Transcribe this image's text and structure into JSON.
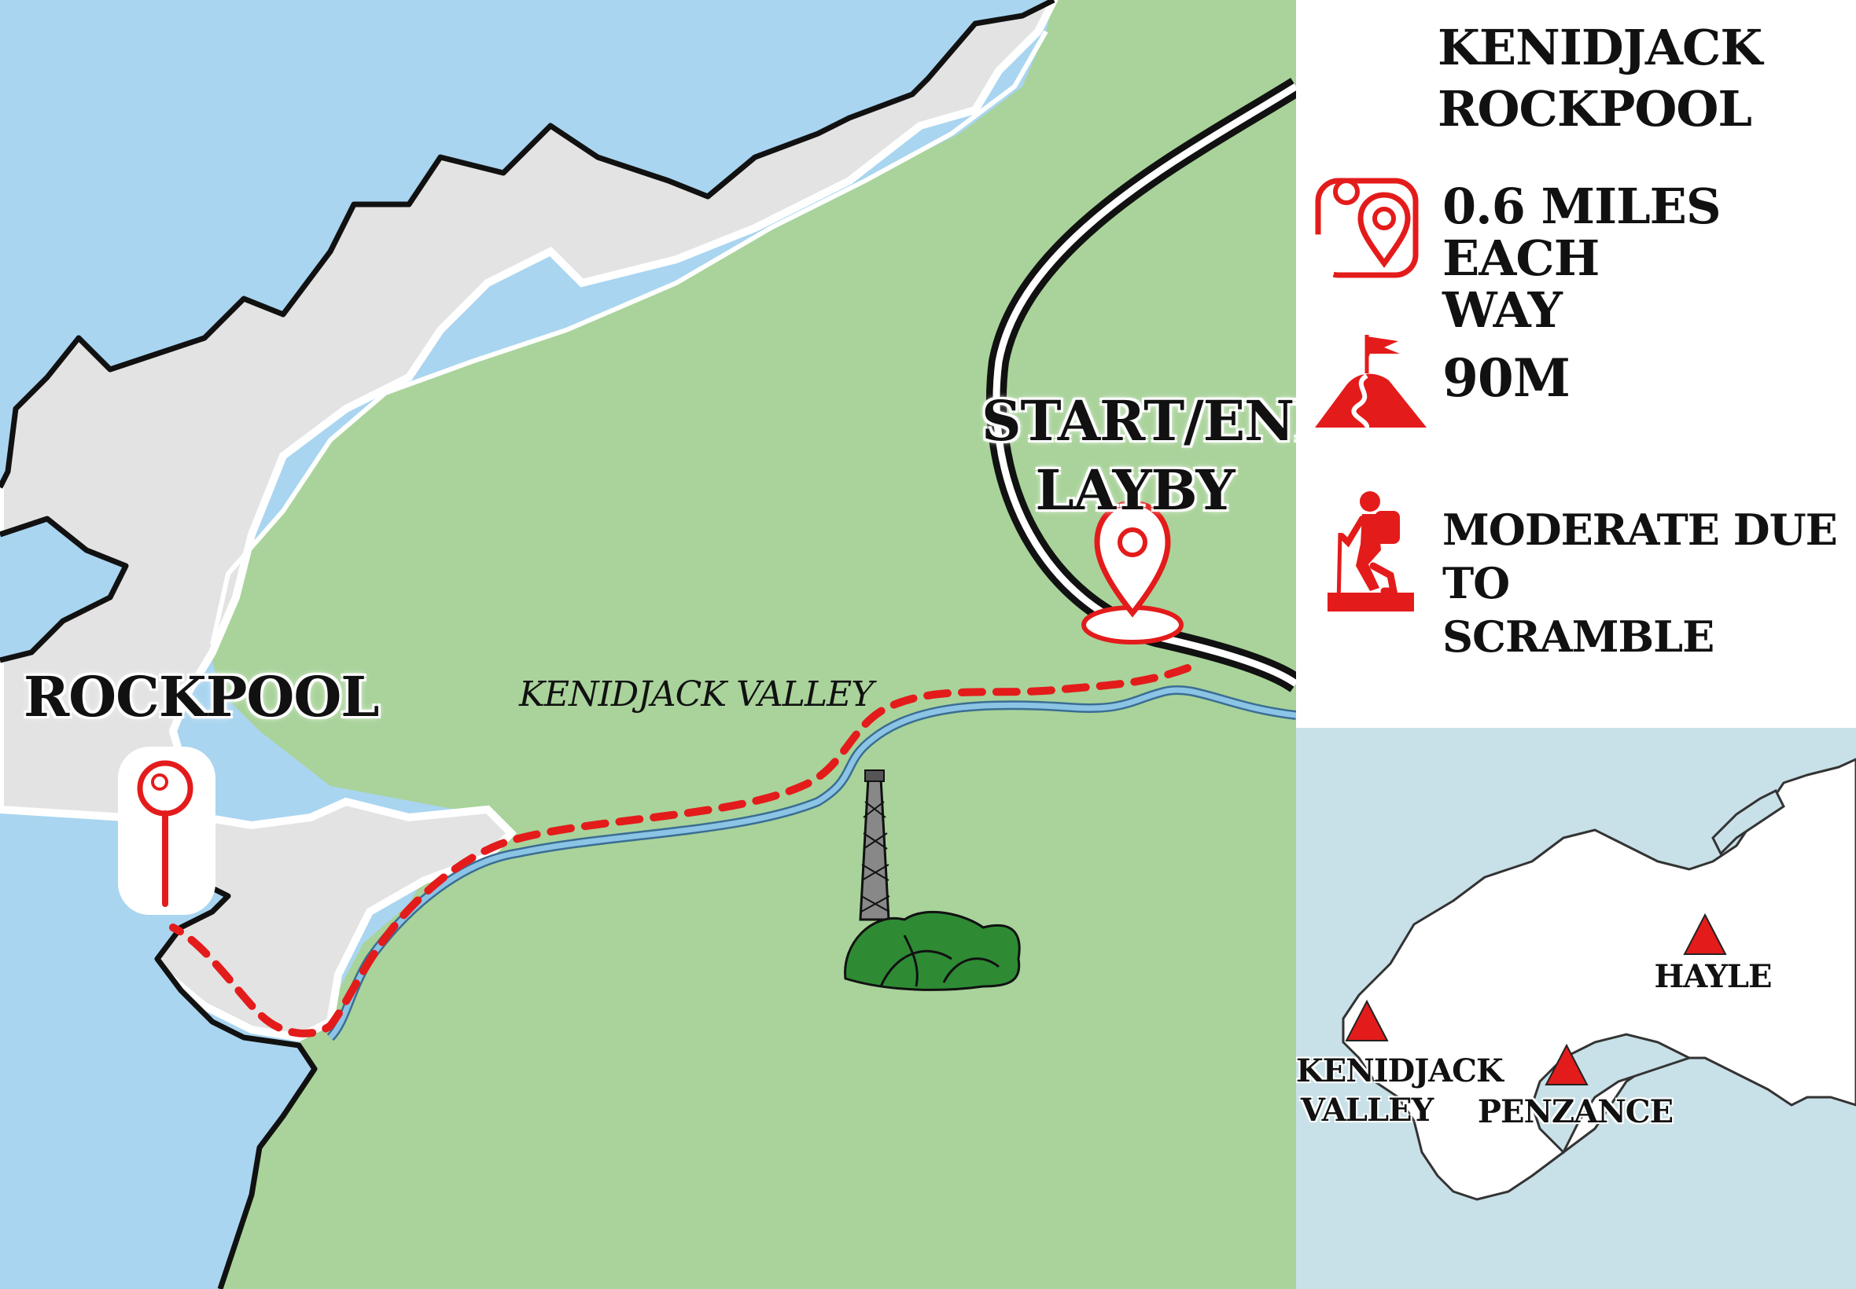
{
  "legend": {
    "title_line1": "KENIDJACK",
    "title_line2": "ROCKPOOL",
    "distance_line1": "0.6 MILES EACH",
    "distance_line2": "WAY",
    "elevation": "90M",
    "difficulty_line1": "MODERATE DUE TO",
    "difficulty_line2": "SCRAMBLE",
    "icons": [
      "distance-pin-icon",
      "mountain-flag-icon",
      "hiker-icon"
    ],
    "accent_color": "#e41b1b"
  },
  "map": {
    "rockpool_label": "ROCKPOOL",
    "start_label_line1": "START/END:",
    "start_label_line2": "LAYBY",
    "valley_label": "KENIDJACK VALLEY",
    "colors": {
      "sea": "#a9d5f0",
      "land": "#a9d39a",
      "cliff": "#e3e3e3",
      "route": "#e41b1b",
      "stream": "#7fb8dc",
      "trees": "#2e8b34"
    },
    "features": [
      "chimney-stack",
      "trees"
    ]
  },
  "inset": {
    "places": [
      {
        "name_line1": "HAYLE",
        "name_line2": ""
      },
      {
        "name_line1": "KENIDJACK",
        "name_line2": "VALLEY"
      },
      {
        "name_line1": "PENZANCE",
        "name_line2": ""
      }
    ],
    "colors": {
      "sea": "#c8e0e7",
      "land": "#ffffff",
      "marker": "#e41b1b"
    }
  }
}
